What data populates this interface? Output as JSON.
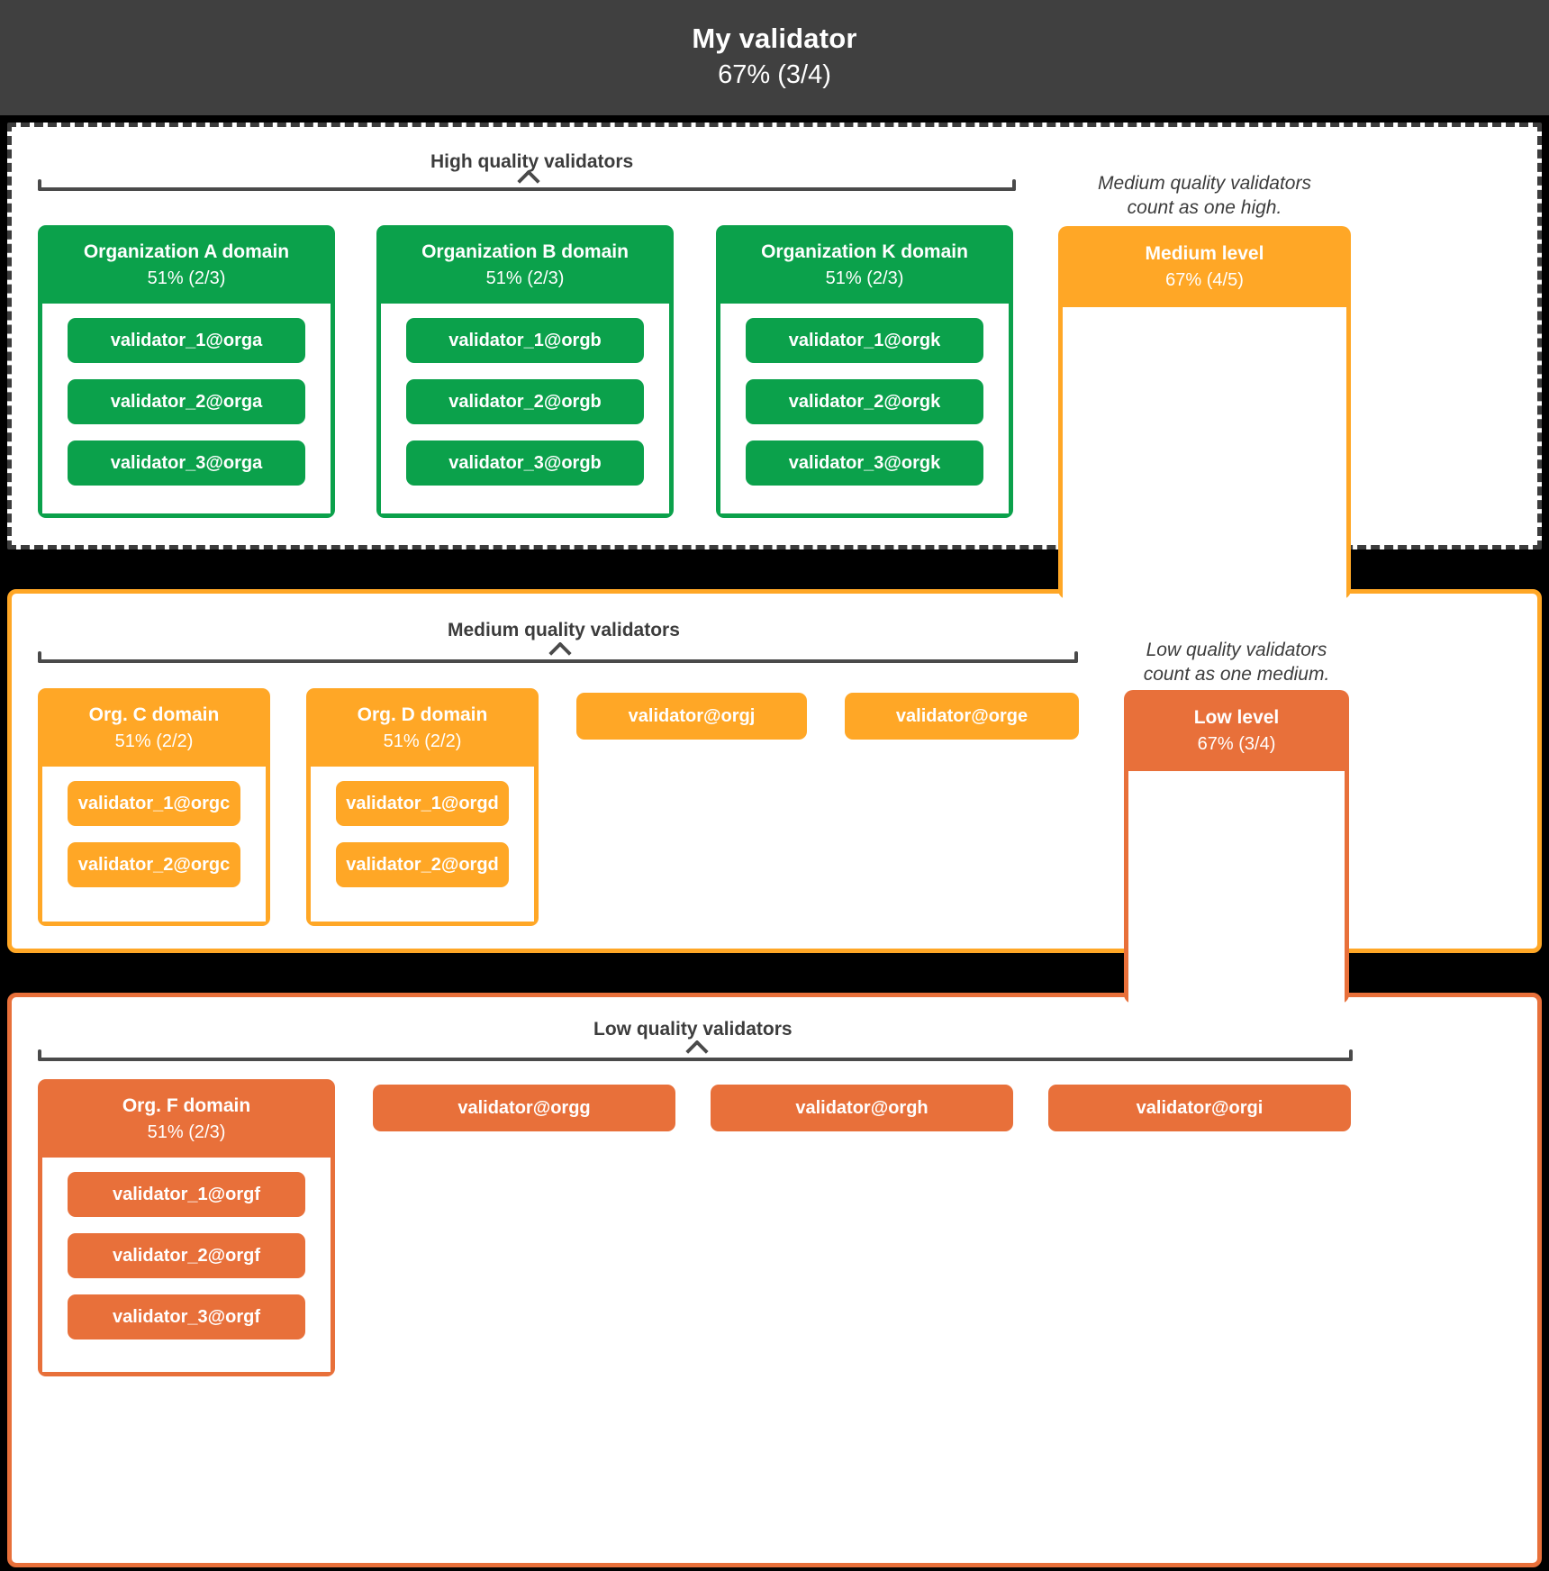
{
  "header": {
    "title": "My validator",
    "percent": "67% (3/4)"
  },
  "colors": {
    "high": "#0BA14B",
    "medium": "#FFA726",
    "low": "#E8703A",
    "header_bg": "#404040",
    "text_dark": "#3c3c3c"
  },
  "sections": {
    "high": {
      "caption": "High quality validators",
      "note": "Medium quality validators\ncount as one high.",
      "note_line1": "Medium quality validators",
      "note_line2": "count as one high.",
      "orgs": [
        {
          "name": "Organization A domain",
          "percent": "51% (2/3)",
          "validators": [
            "validator_1@orga",
            "validator_2@orga",
            "validator_3@orga"
          ]
        },
        {
          "name": "Organization B domain",
          "percent": "51% (2/3)",
          "validators": [
            "validator_1@orgb",
            "validator_2@orgb",
            "validator_3@orgb"
          ]
        },
        {
          "name": "Organization K domain",
          "percent": "51% (2/3)",
          "validators": [
            "validator_1@orgk",
            "validator_2@orgk",
            "validator_3@orgk"
          ]
        }
      ],
      "level_box": {
        "name": "Medium level",
        "percent": "67% (4/5)"
      }
    },
    "medium": {
      "caption": "Medium quality validators",
      "note_line1": "Low quality validators",
      "note_line2": "count as one medium.",
      "orgs": [
        {
          "name": "Org. C domain",
          "percent": "51% (2/2)",
          "validators": [
            "validator_1@orgc",
            "validator_2@orgc"
          ]
        },
        {
          "name": "Org. D domain",
          "percent": "51% (2/2)",
          "validators": [
            "validator_1@orgd",
            "validator_2@orgd"
          ]
        }
      ],
      "standalone": [
        "validator@orgj",
        "validator@orge"
      ],
      "level_box": {
        "name": "Low level",
        "percent": "67% (3/4)"
      }
    },
    "low": {
      "caption": "Low quality validators",
      "orgs": [
        {
          "name": "Org. F domain",
          "percent": "51% (2/3)",
          "validators": [
            "validator_1@orgf",
            "validator_2@orgf",
            "validator_3@orgf"
          ]
        }
      ],
      "standalone": [
        "validator@orgg",
        "validator@orgh",
        "validator@orgi"
      ]
    }
  }
}
